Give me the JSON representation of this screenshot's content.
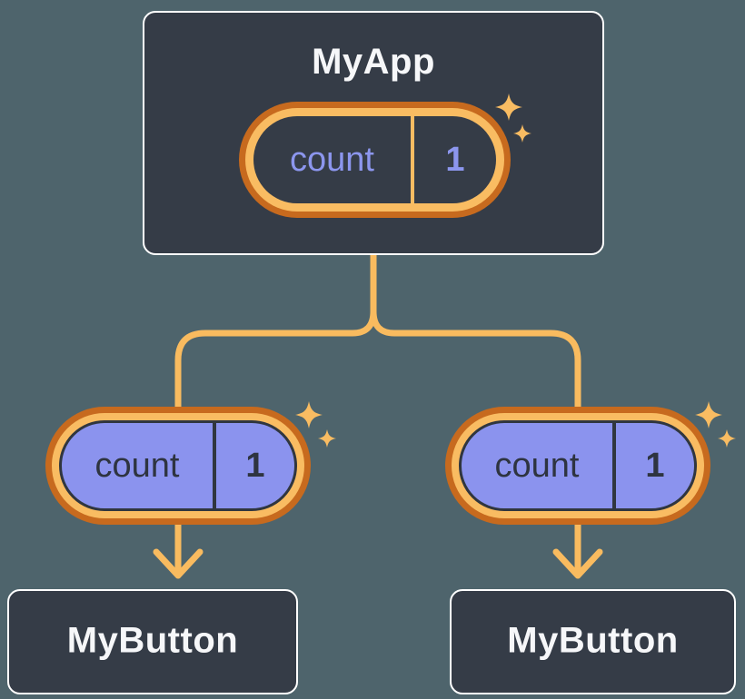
{
  "diagram": {
    "description": "React component tree sharing state",
    "root": {
      "title": "MyApp",
      "state": {
        "name": "count",
        "value": "1"
      }
    },
    "children": [
      {
        "title": "MyButton",
        "state": {
          "name": "count",
          "value": "1"
        }
      },
      {
        "title": "MyButton",
        "state": {
          "name": "count",
          "value": "1"
        }
      }
    ]
  },
  "colors": {
    "background": "#4E646C",
    "card_bg": "#353C47",
    "card_border": "#FFFFFF",
    "card_text": "#F6F7F9",
    "ring_dark_orange": "#C76A1E",
    "ring_light_orange": "#F9BC62",
    "connector_orange": "#F9BB5F",
    "pill_purple": "#8B93EE",
    "pill_dark_outline": "#30363F",
    "root_state_text": "#8C96EE",
    "child_state_text": "#2E3440"
  }
}
